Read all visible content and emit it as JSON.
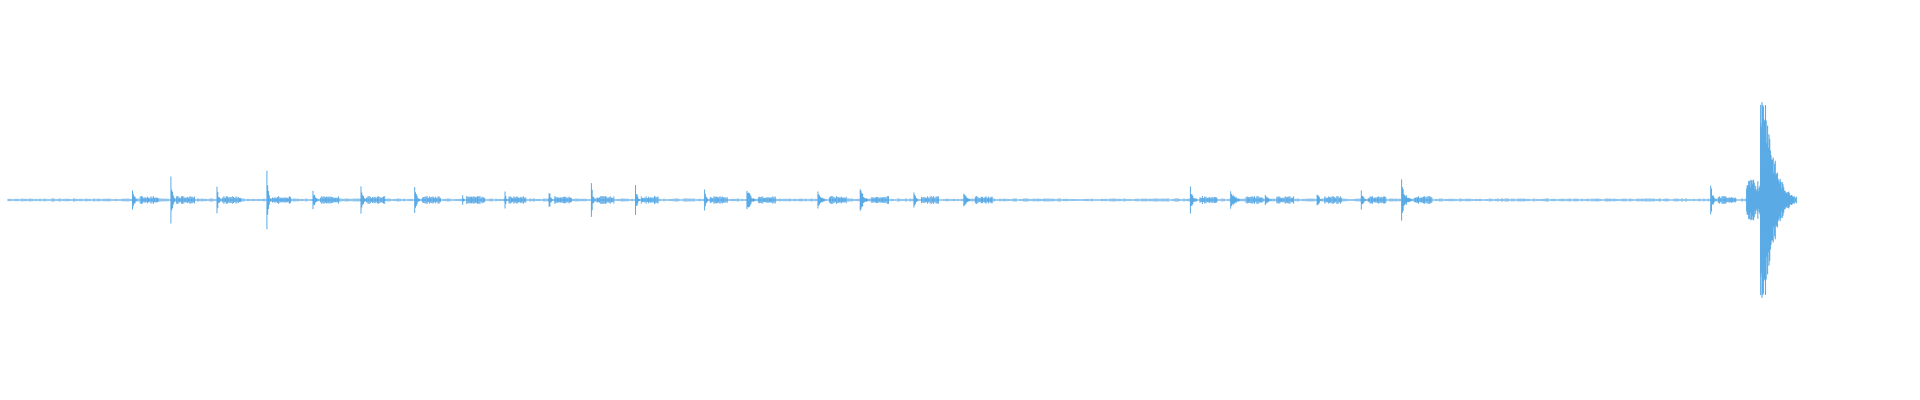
{
  "waveform": {
    "color": "#5aaae6",
    "bursts": [
      {
        "t": 0.069,
        "a": 0.06,
        "len": 0.004
      },
      {
        "t": 0.089,
        "a": 0.14,
        "len": 0.003
      },
      {
        "t": 0.113,
        "a": 0.08,
        "len": 0.003
      },
      {
        "t": 0.139,
        "a": 0.16,
        "len": 0.003
      },
      {
        "t": 0.163,
        "a": 0.06,
        "len": 0.004
      },
      {
        "t": 0.188,
        "a": 0.12,
        "len": 0.003
      },
      {
        "t": 0.216,
        "a": 0.08,
        "len": 0.004
      },
      {
        "t": 0.241,
        "a": 0.03,
        "len": 0.002
      },
      {
        "t": 0.263,
        "a": 0.05,
        "len": 0.002
      },
      {
        "t": 0.286,
        "a": 0.06,
        "len": 0.003
      },
      {
        "t": 0.308,
        "a": 0.09,
        "len": 0.003
      },
      {
        "t": 0.331,
        "a": 0.09,
        "len": 0.003
      },
      {
        "t": 0.367,
        "a": 0.08,
        "len": 0.003
      },
      {
        "t": 0.389,
        "a": 0.09,
        "len": 0.006
      },
      {
        "t": 0.426,
        "a": 0.06,
        "len": 0.006
      },
      {
        "t": 0.448,
        "a": 0.08,
        "len": 0.006
      },
      {
        "t": 0.476,
        "a": 0.05,
        "len": 0.004
      },
      {
        "t": 0.502,
        "a": 0.05,
        "len": 0.006
      },
      {
        "t": 0.62,
        "a": 0.07,
        "len": 0.005
      },
      {
        "t": 0.641,
        "a": 0.06,
        "len": 0.008
      },
      {
        "t": 0.659,
        "a": 0.03,
        "len": 0.006
      },
      {
        "t": 0.686,
        "a": 0.05,
        "len": 0.004
      },
      {
        "t": 0.709,
        "a": 0.06,
        "len": 0.004
      },
      {
        "t": 0.73,
        "a": 0.11,
        "len": 0.007
      },
      {
        "t": 0.891,
        "a": 0.09,
        "len": 0.004
      },
      {
        "t": 0.91,
        "a": 0.09,
        "len": 0.004
      },
      {
        "t": 0.917,
        "a": 0.52,
        "len": 0.01
      }
    ]
  }
}
